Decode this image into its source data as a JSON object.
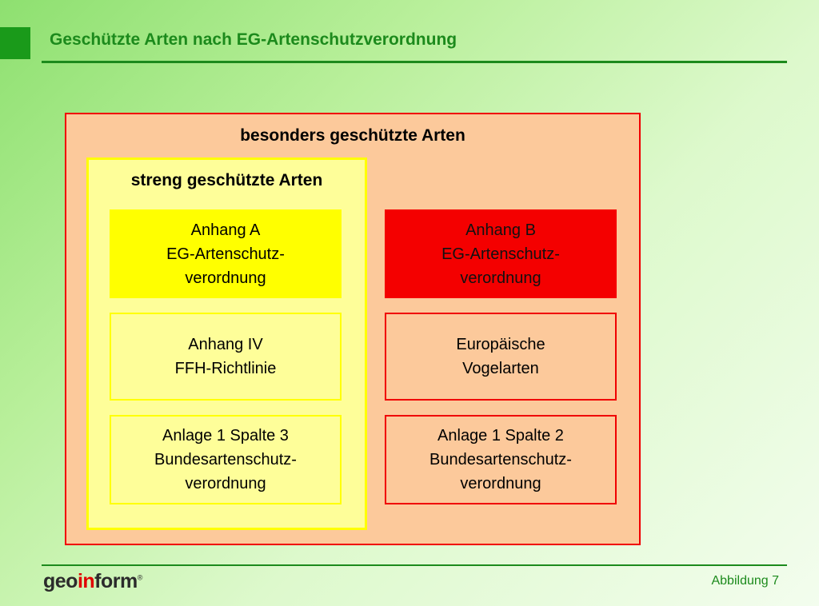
{
  "header": {
    "title": "Geschützte Arten nach EG-Artenschutzverordnung"
  },
  "diagram": {
    "outer_label": "besonders geschützte Arten",
    "inner_label": "streng geschützte Arten",
    "cells": {
      "anhang_a": "Anhang A\nEG-Artenschutz-\nverordnung",
      "anhang_b": "Anhang B\nEG-Artenschutz-\nverordnung",
      "anhang_iv": "Anhang IV\nFFH-Richtlinie",
      "vogelarten": "Europäische\nVogelarten",
      "anlage_spalte_3": "Anlage 1 Spalte 3\nBundesartenschutz-\nverordnung",
      "anlage_spalte_2": "Anlage 1 Spalte 2\nBundesartenschutz-\nverordnung"
    },
    "colors": {
      "outer_fill": "#fcc99b",
      "outer_border": "#f00000",
      "inner_fill": "#fefe99",
      "inner_border": "#ffff00",
      "anhang_a_fill": "#ffff00",
      "anhang_b_fill": "#f40000"
    }
  },
  "footer": {
    "logo_part1": "geo",
    "logo_part2": "in",
    "logo_part3": "form",
    "logo_registered": "®",
    "figure_label": "Abbildung 7"
  },
  "theme": {
    "accent": "#1c8a1c"
  }
}
